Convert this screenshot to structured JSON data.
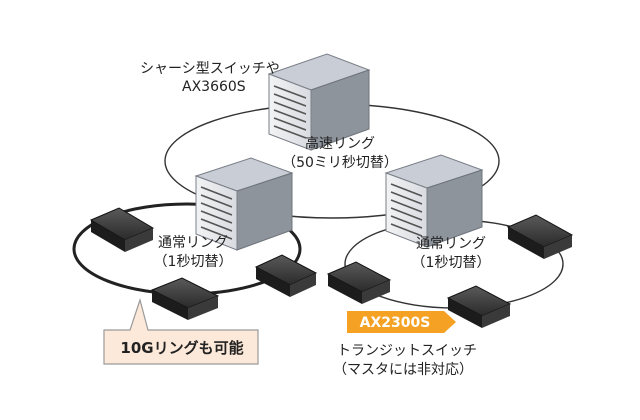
{
  "labels": {
    "chassis_line1": "シャーシ型スイッチや",
    "chassis_line2": "AX3660S",
    "highspeed_ring_line1": "高速リング",
    "highspeed_ring_line2": "（50ミリ秒切替）",
    "left_ring_line1": "通常リング",
    "left_ring_line2": "（1秒切替）",
    "right_ring_line1": "通常リング",
    "right_ring_line2": "（1秒切替）",
    "callout": "10Gリングも可能",
    "ax2300_badge": "AX2300S",
    "transit_line1": "トランジットスイッチ",
    "transit_line2": "（マスタには非対応）"
  },
  "colors": {
    "ring_stroke": "#333333",
    "chassis_top": "#c9ced6",
    "chassis_side": "#8e949c",
    "chassis_front": "#e4e6ea",
    "box_dark": "#2a2a2a",
    "badge_orange": "#f5a224",
    "callout_fill": "#fde9d9",
    "callout_stroke": "#999999"
  }
}
